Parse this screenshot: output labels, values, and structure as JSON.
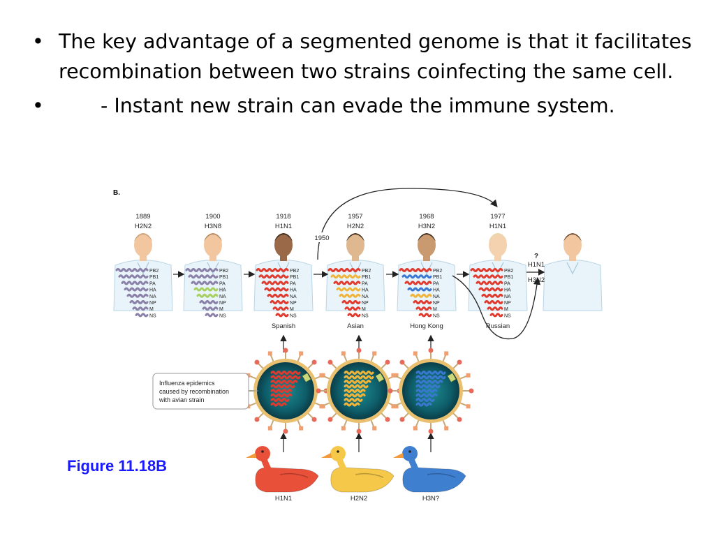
{
  "bullets": [
    "The key advantage of a segmented genome is that it facilitates recombination between two strains coinfecting the same cell.",
    "- Instant new strain can evade the immune system."
  ],
  "figure": {
    "panel_label": "B.",
    "people": [
      {
        "year": "1889",
        "subtype": "H2N2",
        "strain": "",
        "skin": "#f2c7a0",
        "hair": "#c9a27a"
      },
      {
        "year": "1900",
        "subtype": "H3N8",
        "strain": "",
        "skin": "#f2c7a0",
        "hair": "#b08860"
      },
      {
        "year": "1918",
        "subtype": "H1N1",
        "strain": "Spanish",
        "skin": "#9a6a48",
        "hair": "#3a2a1e"
      },
      {
        "year": "1957",
        "subtype": "H2N2",
        "strain": "Asian",
        "skin": "#e0b890",
        "hair": "#3a2a1e"
      },
      {
        "year": "1968",
        "subtype": "H3N2",
        "strain": "Hong Kong",
        "skin": "#c99a70",
        "hair": "#3a2a1e"
      },
      {
        "year": "1977",
        "subtype": "H1N1",
        "strain": "Russian",
        "skin": "#f4d2b0",
        "hair": "#e8d6a8"
      }
    ],
    "segments": [
      "PB2",
      "PB1",
      "PA",
      "HA",
      "NA",
      "NP",
      "M",
      "NS"
    ],
    "year_1950": "1950",
    "future_question": "?",
    "future_subtypes": [
      "H1N1",
      "H3N2"
    ],
    "callout": [
      "Influenza epidemics",
      "caused by recombination",
      "with avian strain"
    ],
    "ducks": [
      {
        "label": "H1N1",
        "color": "#e8503a"
      },
      {
        "label": "H2N2",
        "color": "#f5c84a"
      },
      {
        "label": "H3N?",
        "color": "#3f7fd0"
      }
    ],
    "colors": {
      "human": "#8a80a8",
      "avian_red": "#e03a2e",
      "avian_yellow": "#f0b43a",
      "avian_blue": "#3a78d0",
      "h3n8_green": "#a8d060"
    }
  },
  "caption": "Figure 11.18B"
}
